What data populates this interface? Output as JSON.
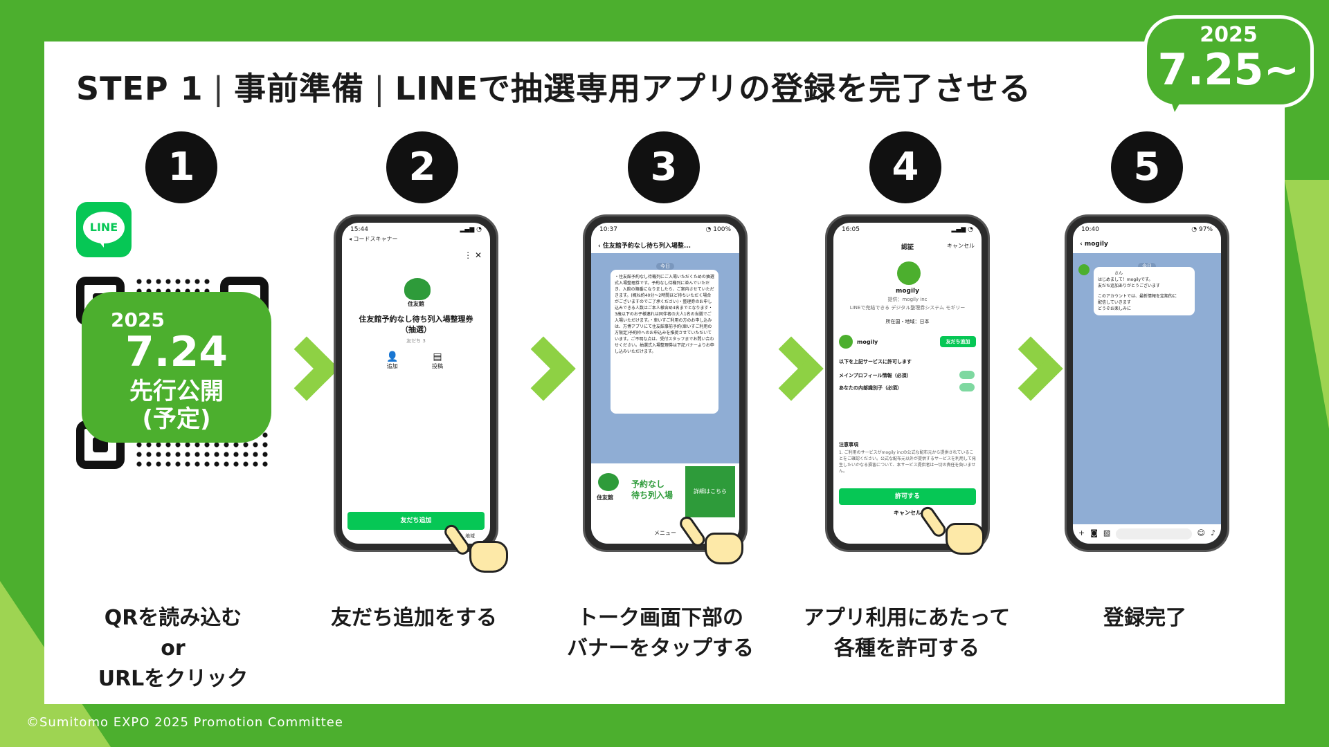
{
  "header": {
    "step": "STEP 1",
    "section": "事前準備",
    "title": "LINEで抽選専用アプリの登録を完了させる",
    "start_year": "2025",
    "start_date": "7.25~"
  },
  "steps": [
    {
      "number": "1",
      "label_lines": [
        "QRを読み込む",
        "or",
        "URLをクリック"
      ]
    },
    {
      "number": "2",
      "label_lines": [
        "友だち追加をする"
      ]
    },
    {
      "number": "3",
      "label_lines": [
        "トーク画面下部の",
        "バナーをタップする"
      ]
    },
    {
      "number": "4",
      "label_lines": [
        "アプリ利用にあたって",
        "各種を許可する"
      ]
    },
    {
      "number": "5",
      "label_lines": [
        "登録完了"
      ]
    }
  ],
  "step1": {
    "logo_text": "LINE",
    "badge": {
      "year": "2025",
      "date": "7.24",
      "line1": "先行公開",
      "line2": "(予定)"
    }
  },
  "phone2": {
    "time": "15:44",
    "scanner": "◂ コードスキャナー",
    "org_logo": "住友館",
    "account_name": "住友館予約なし待ち列入場整理券（抽選）",
    "friends": "友だち 3",
    "action_add": "追加",
    "action_post": "投稿",
    "add_friend_button": "友だち追加",
    "footer_tag": "地域"
  },
  "phone3": {
    "time": "10:37",
    "chat_title": "住友館予約なし待ち列入場整...",
    "date_chip": "今日",
    "message": "・住友館予約なし待機列にご入場いただくための抽選式入場整理券です。予約なし待機列に並んでいただき、入館の順番になりましたら、ご案内させていただきます。(概ね約40分～2時間ほど待ちいただく場合がございますのでご了承ください)・整理券のお申し込みできる人数はご本人様含め4名までとなります・3歳以下のお子様連れは同伴者の大人1名の当選でご入場いただけます。・車いすご利用の方のお申し込みは、万博アプリにて住友館事前予約(車いすご利用の方限定)予約枠へのお申込みを推奨させていただいています。ご不明な点は、受付スタッフまでお問い合わせください。抽選式入場整理券は下記バナーよりお申し込みいただけます。",
    "banner_org": "住友館",
    "banner_line1": "予約なし",
    "banner_line2": "待ち列入場",
    "banner_button": "詳細はこちら",
    "menu": "メニュー"
  },
  "phone4": {
    "time": "16:05",
    "header_title": "認証",
    "cancel_top": "キャンセル",
    "app_name": "mogily",
    "provider": "提供：mogily inc",
    "description": "LINEで完結できる デジタル整理券システム モギリー",
    "region": "所在国・地域：日本",
    "app_row_name": "mogily",
    "add_friend": "友だち追加",
    "permission_title": "以下を上記サービスに許可します",
    "perm1": "メインプロフィール情報（必須）",
    "perm2": "あなたの内部識別子（必須）",
    "notice_title": "注意事項",
    "notice_body": "1. ご利用のサービスがmogily incの公式な配布元から提供されていることをご確認ください。公式な配布元以外が提供するサービスを利用して発生したいかなる損害について、本サービス提供者は一切の責任を負いません。",
    "allow_button": "許可する",
    "cancel_bottom": "キャンセル"
  },
  "phone5": {
    "time": "10:40",
    "chat_title": "mogily",
    "date_chip": "今日",
    "message_lines": [
      "さん",
      "はじめまして！mogilyです。",
      "友だち追加ありがとうございます",
      "",
      "このアカウントでは、最新情報を定期的に",
      "配信していきます",
      "どうぞお楽しみに"
    ]
  },
  "footer": {
    "copyright": "©Sumitomo EXPO 2025 Promotion Committee"
  },
  "colors": {
    "brand_green": "#4caf2e",
    "line_green": "#06c755",
    "light_green": "#8ed144"
  }
}
